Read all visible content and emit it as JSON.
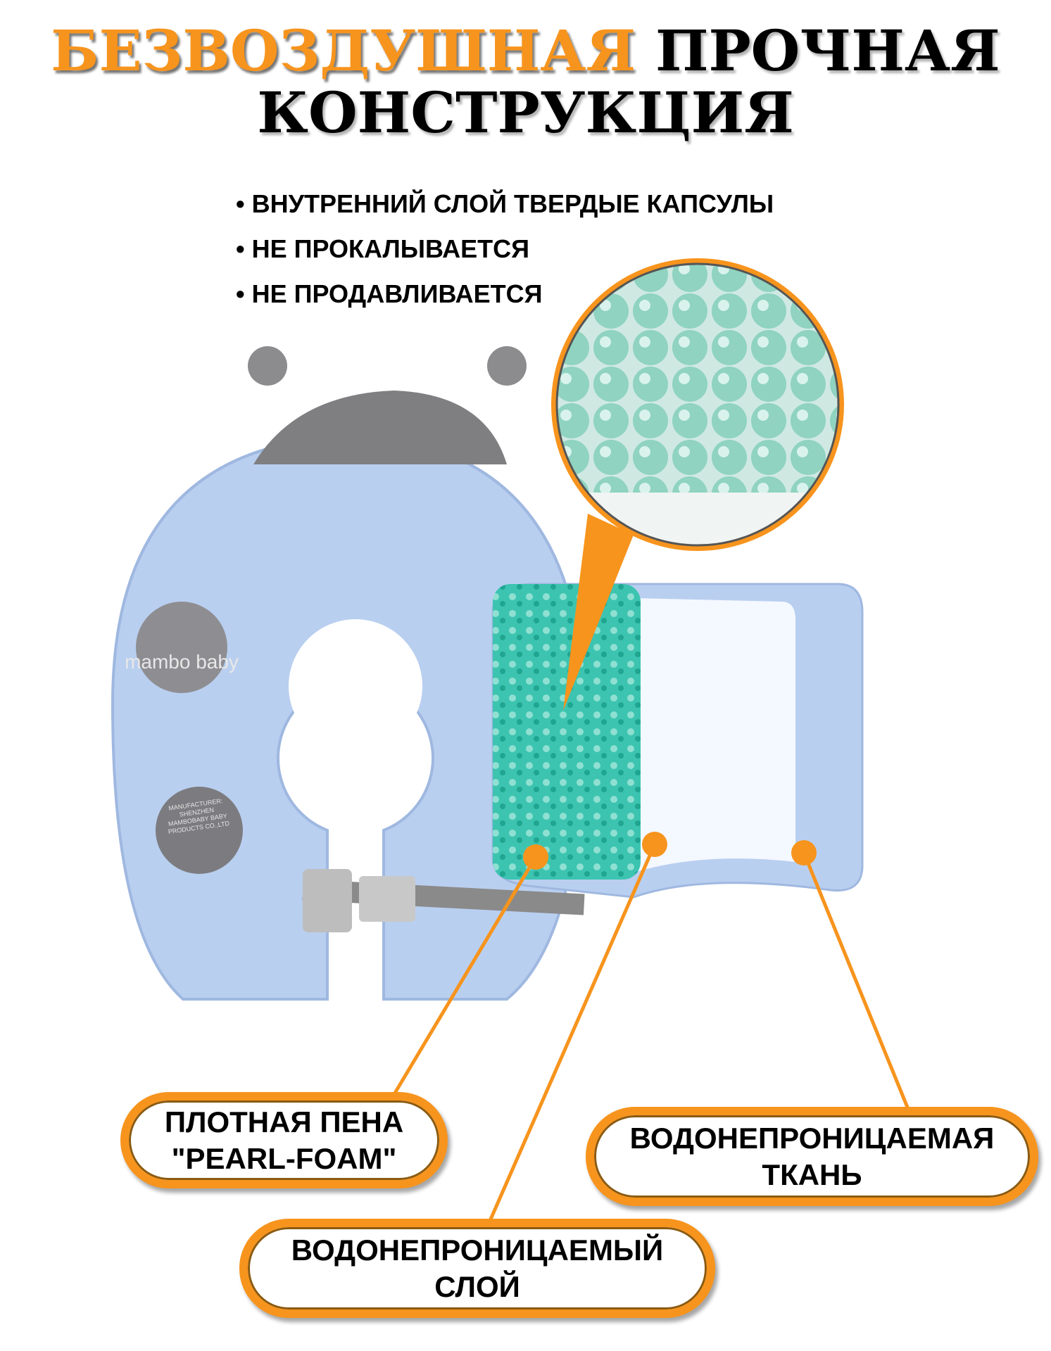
{
  "header": {
    "title_highlight": "БЕЗВОЗДУШНАЯ",
    "title_rest": "ПРОЧНАЯ",
    "title_line2": "КОНСТРУКЦИЯ"
  },
  "features": [
    "• ВНУТРЕННИЙ СЛОЙ ТВЕРДЫЕ КАПСУЛЫ",
    "• НЕ ПРОКАЛЫВАЕТСЯ",
    "• НЕ ПРОДАВЛИВАЕТСЯ"
  ],
  "product": {
    "brand_logo_text": "mambo baby",
    "label_text": "MANUFACTURER: SHENZHEN MAMBOBABY BABY PRODUCTS CO.,LTD"
  },
  "callouts": {
    "foam": {
      "line1": "ПЛОТНАЯ ПЕНА",
      "line2": "\"PEARL-FOAM\""
    },
    "fabric": {
      "line1": "ВОДОНЕПРОНИЦАЕМАЯ",
      "line2": "ТКАНЬ"
    },
    "layer": {
      "line1": "ВОДОНЕПРОНИЦАЕМЫЙ",
      "line2": "СЛОЙ"
    }
  },
  "colors": {
    "accent": "#f7941d",
    "float": "#b9cff0",
    "foam": "#3cc4b0",
    "bee_gray": "#8c8c8e"
  }
}
